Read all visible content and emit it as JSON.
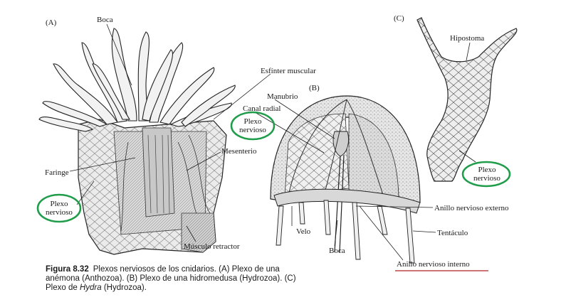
{
  "panels": {
    "a": {
      "letter": "(A)",
      "labels": {
        "boca": "Boca",
        "esfinter": "Esfínter muscular",
        "mesenterio": "Mesenterio",
        "faringe": "Faringe",
        "plexo_line1": "Plexo",
        "plexo_line2": "nervioso",
        "musculo": "Músculo retractor"
      }
    },
    "b": {
      "letter": "(B)",
      "labels": {
        "manubrio": "Manubrio",
        "canal": "Canal radial",
        "plexo_line1": "Plexo",
        "plexo_line2": "nervioso",
        "velo": "Velo",
        "boca": "Boca",
        "anillo_externo": "Anillo nervioso externo",
        "tentaculo": "Tentáculo",
        "anillo_interno": "Anillo nervioso interno"
      }
    },
    "c": {
      "letter": "(C)",
      "labels": {
        "hipostoma": "Hipostoma",
        "plexo_line1": "Plexo",
        "plexo_line2": "nervioso"
      }
    }
  },
  "caption": {
    "figure_label": "Figura 8.32",
    "text_1": "Plexos nerviosos de los cnidarios. (A) Plexo de una anémona (Anthozoa). (B) Plexo de una hidromedusa (Hydrozoa). (C) Plexo de ",
    "italic": "Hydra",
    "text_2": " (Hydrozoa)."
  },
  "colors": {
    "highlight_circle": "#1f9d4a",
    "underline": "#b22222",
    "ink": "#1a1a1a"
  }
}
